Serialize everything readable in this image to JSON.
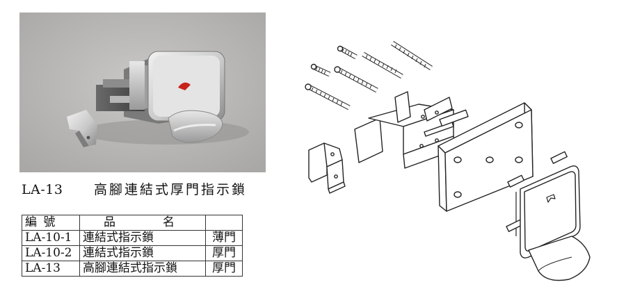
{
  "caption": {
    "code": "LA-13",
    "description": "高腳連結式厚門指示鎖"
  },
  "table": {
    "header": {
      "col_number": "編 號",
      "col_name_1": "品",
      "col_name_2": "名",
      "col_type": ""
    },
    "rows": [
      {
        "number": "LA-10-1",
        "name": "連結式指示鎖",
        "type": "薄門"
      },
      {
        "number": "LA-10-2",
        "name": "連結式指示鎖",
        "type": "厚門"
      },
      {
        "number": "LA-13",
        "name": "高腳連結式指示鎖",
        "type": "厚門"
      }
    ]
  },
  "colors": {
    "photo_bg": "#b7b6b4",
    "indicator_red": "#c8221c",
    "line": "#222222"
  }
}
